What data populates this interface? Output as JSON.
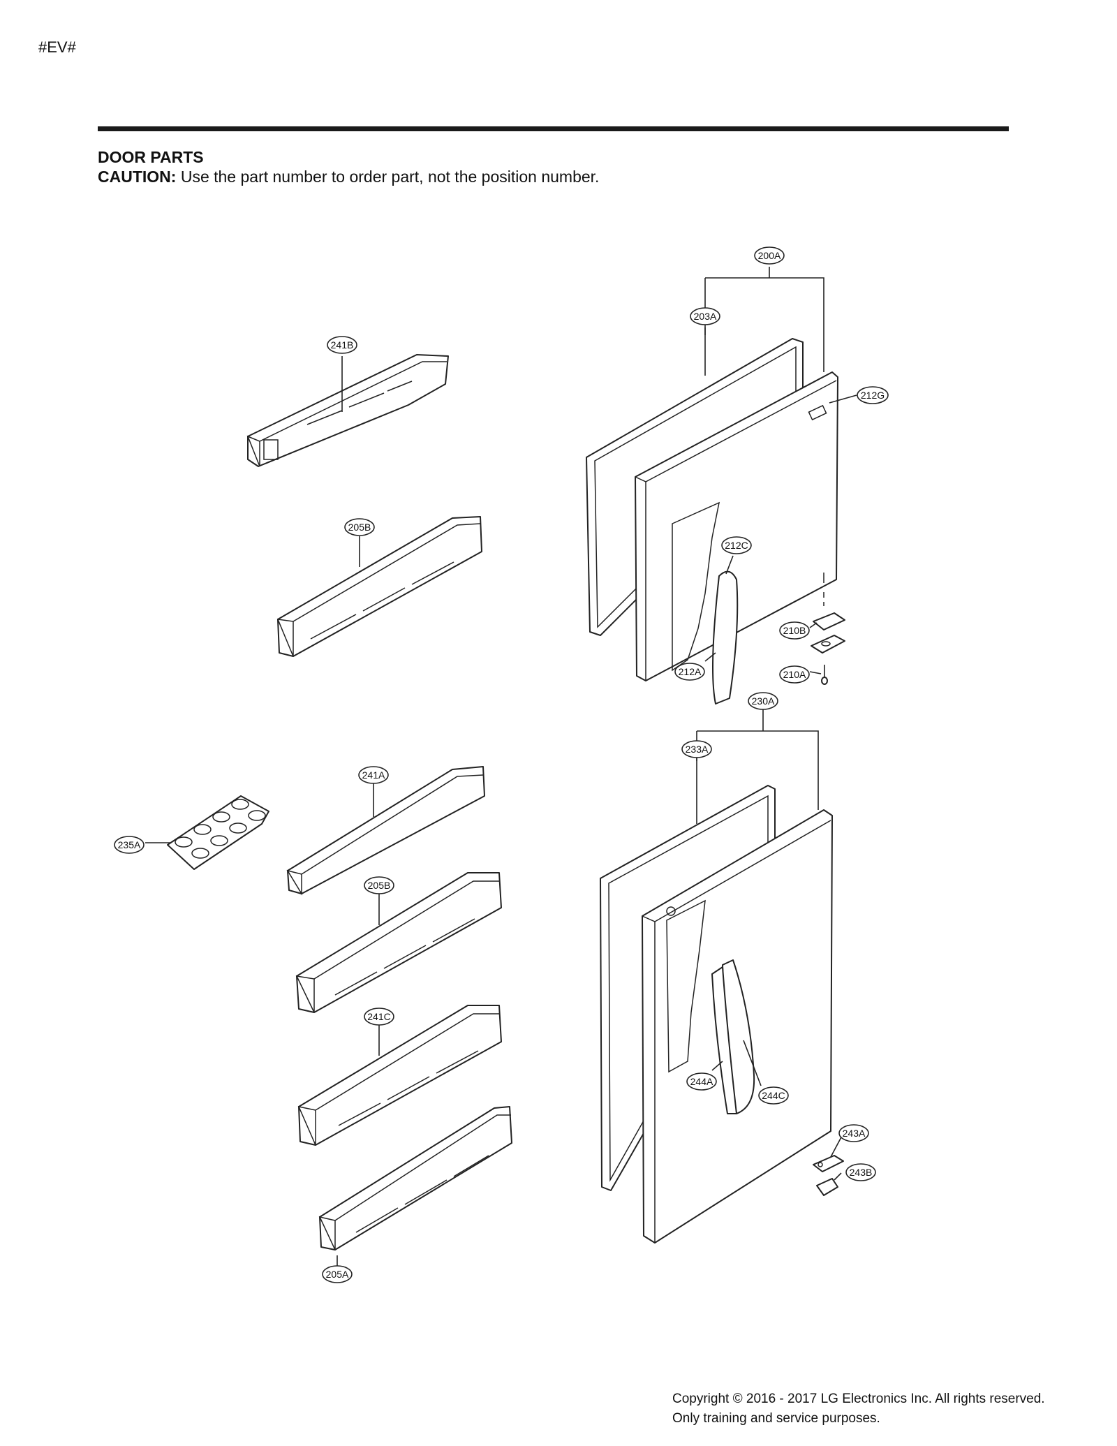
{
  "header_code": "#EV#",
  "section_title": "DOOR PARTS",
  "caution_label": "CAUTION:",
  "caution_text": " Use the part number to order part, not the position number.",
  "callouts": [
    "200A",
    "203A",
    "212G",
    "241B",
    "205B",
    "212C",
    "210B",
    "212A",
    "210A",
    "230A",
    "233A",
    "241A",
    "235A",
    "205B",
    "241C",
    "244A",
    "244C",
    "243A",
    "243B",
    "205A"
  ],
  "copyright_line1": "Copyright © 2016 - 2017 LG Electronics Inc. All rights reserved.",
  "copyright_line2": "Only training and service purposes."
}
